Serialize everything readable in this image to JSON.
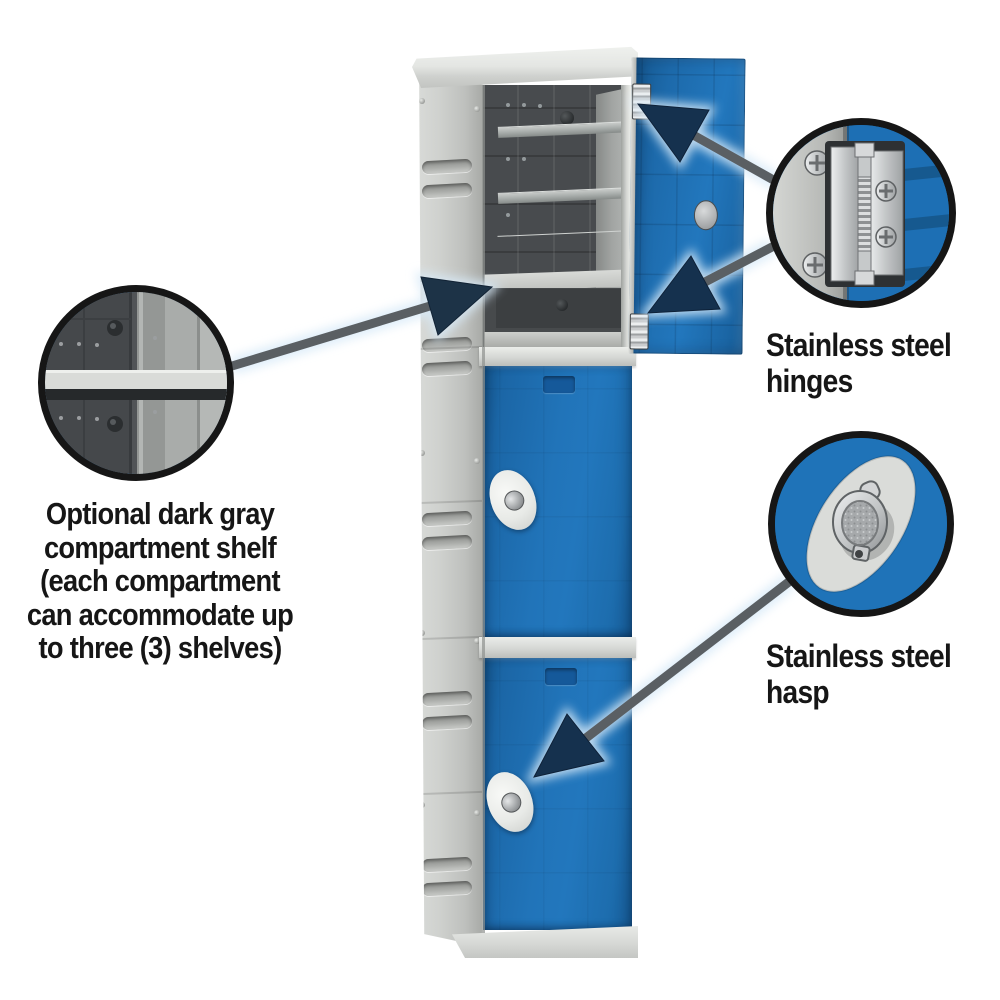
{
  "figure": {
    "description": "Plastic locker product photo with three circular detail callouts and arrows",
    "colors": {
      "background": "#ffffff",
      "door_blue": "#1e72b7",
      "door_blue_dark": "#155a94",
      "body_gray": "#c7c9c6",
      "trim_gray": "#dadcd9",
      "interior_dark_gray": "#484b4e",
      "shelf_light_gray": "#d8dad7",
      "arrow_head_navy": "#15314e",
      "arrow_shaft_gray": "#5a5f63",
      "callout_ring": "#161616",
      "text": "#161616"
    }
  },
  "annotations": {
    "shelf": {
      "full_text": "Optional dark gray compartment shelf (each compartment can accommodate up to three (3) shelves)",
      "lines": [
        "Optional dark gray",
        "compartment shelf",
        "(each compartment",
        "can accommodate up",
        "to three (3) shelves)"
      ]
    },
    "hinges": {
      "full_text": "Stainless steel hinges",
      "lines": [
        "Stainless steel",
        "hinges"
      ]
    },
    "hasp": {
      "full_text": "Stainless steel hasp",
      "lines": [
        "Stainless steel",
        "hasp"
      ]
    }
  }
}
